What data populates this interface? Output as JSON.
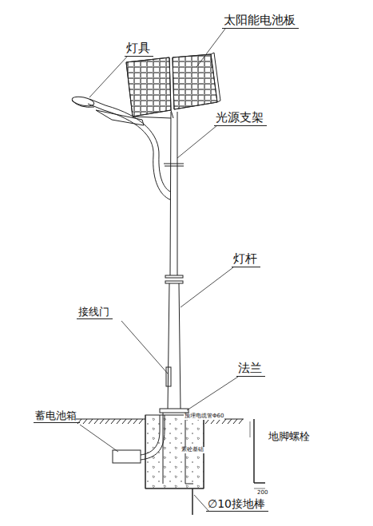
{
  "diagram": {
    "labels": [
      "太阳能电池板",
      "灯具",
      "光源支架",
      "灯杆",
      "接线门",
      "法兰",
      "蓄电池箱",
      "地脚螺栓",
      "∅10接地棒",
      "预埋电缆管Φ60",
      "素砼基础",
      "200"
    ]
  }
}
